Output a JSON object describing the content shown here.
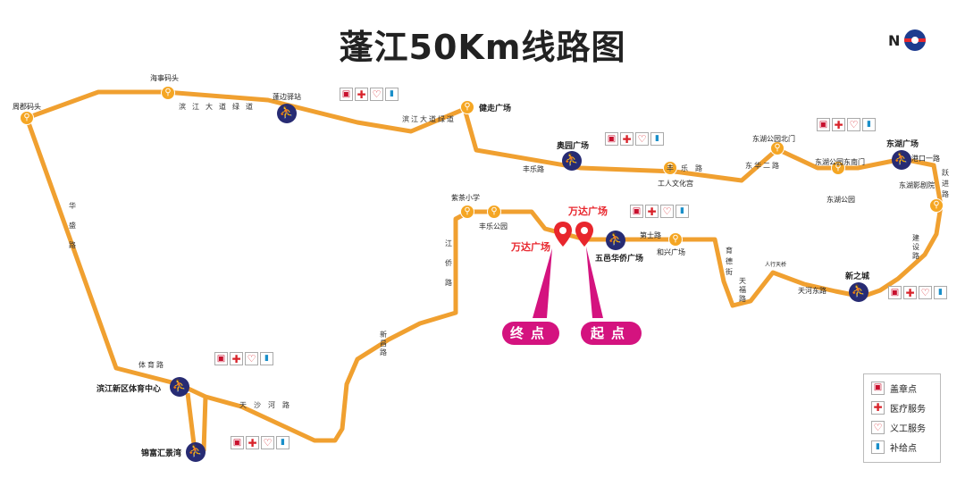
{
  "title": "蓬江50Km线路图",
  "compass": {
    "letter": "N",
    "icon": "compass-icon"
  },
  "service_icons": [
    {
      "name": "stamp-icon",
      "glyph": "▣"
    },
    {
      "name": "medical-icon",
      "glyph": "✚"
    },
    {
      "name": "volunteer-icon",
      "glyph": "♡"
    },
    {
      "name": "supply-icon",
      "glyph": "▮"
    }
  ],
  "route_color": "#f0a030",
  "station_color": "#272b73",
  "pin_color": "#e8262d",
  "badge_color": "#d4137f",
  "places": [
    {
      "id": "zhoujun",
      "label": "周郡码头",
      "bold": false
    },
    {
      "id": "haishi",
      "label": "海事码头",
      "bold": false
    },
    {
      "id": "pengbian",
      "label": "蓬边驿站",
      "bold": false
    },
    {
      "id": "jianzou",
      "label": "健走广场",
      "bold": true
    },
    {
      "id": "aoyuan",
      "label": "奥园广场",
      "bold": true
    },
    {
      "id": "fengle_rd",
      "label": "丰乐路",
      "bold": false
    },
    {
      "id": "gongren",
      "label": "工人文化宫",
      "bold": false
    },
    {
      "id": "donghu_north",
      "label": "东湖公园北门",
      "bold": false
    },
    {
      "id": "donghu_se",
      "label": "东湖公园东南门",
      "bold": false
    },
    {
      "id": "donghu_park",
      "label": "东湖公园",
      "bold": false
    },
    {
      "id": "donghu_sq",
      "label": "东湖广场",
      "bold": true
    },
    {
      "id": "gangkou",
      "label": "港口一路",
      "bold": false
    },
    {
      "id": "donghu_cinema",
      "label": "东湖影剧院",
      "bold": false
    },
    {
      "id": "zichayxiao",
      "label": "紫茶小学",
      "bold": false
    },
    {
      "id": "fengle_park",
      "label": "丰乐公园",
      "bold": false
    },
    {
      "id": "dishi",
      "label": "第士路",
      "bold": false
    },
    {
      "id": "wuyi",
      "label": "五邑华侨广场",
      "bold": true
    },
    {
      "id": "hexing",
      "label": "和兴广场",
      "bold": false
    },
    {
      "id": "renxing",
      "label": "人行天桥",
      "bold": false
    },
    {
      "id": "tianhe_e",
      "label": "天河东路",
      "bold": false
    },
    {
      "id": "xinzhicheng",
      "label": "新之城",
      "bold": true
    },
    {
      "id": "binjiang_sports",
      "label": "滨江新区体育中心",
      "bold": true
    },
    {
      "id": "jinfu",
      "label": "锦富汇景湾",
      "bold": true
    }
  ],
  "roads": [
    {
      "id": "binjiang_h1",
      "label": "滨江大道绿道"
    },
    {
      "id": "binjiang_h2",
      "label": "滨江大道绿道"
    },
    {
      "id": "fengle_h",
      "label": "丰乐路"
    },
    {
      "id": "dongle",
      "label": "东华二路"
    },
    {
      "id": "yuejin_v",
      "label": "跃进路"
    },
    {
      "id": "jianshe_v",
      "label": "建设路"
    },
    {
      "id": "hua_v",
      "label": "华盛路"
    },
    {
      "id": "jiangqiao_v",
      "label": "江侨路"
    },
    {
      "id": "xinchang",
      "label": "新昌路"
    },
    {
      "id": "tiyu",
      "label": "体育路"
    },
    {
      "id": "tiansha",
      "label": "天沙河路"
    },
    {
      "id": "yutong_v",
      "label": "育德街"
    },
    {
      "id": "tianfu",
      "label": "天福路"
    }
  ],
  "markers": {
    "start_square": "万达广场",
    "end_square": "万达广场"
  },
  "badges": {
    "finish": "终点",
    "start": "起点"
  },
  "legend": [
    {
      "label": "盖章点",
      "icon": "stamp-icon"
    },
    {
      "label": "医疗服务",
      "icon": "medical-icon"
    },
    {
      "label": "义工服务",
      "icon": "volunteer-icon"
    },
    {
      "label": "补给点",
      "icon": "supply-icon"
    }
  ]
}
